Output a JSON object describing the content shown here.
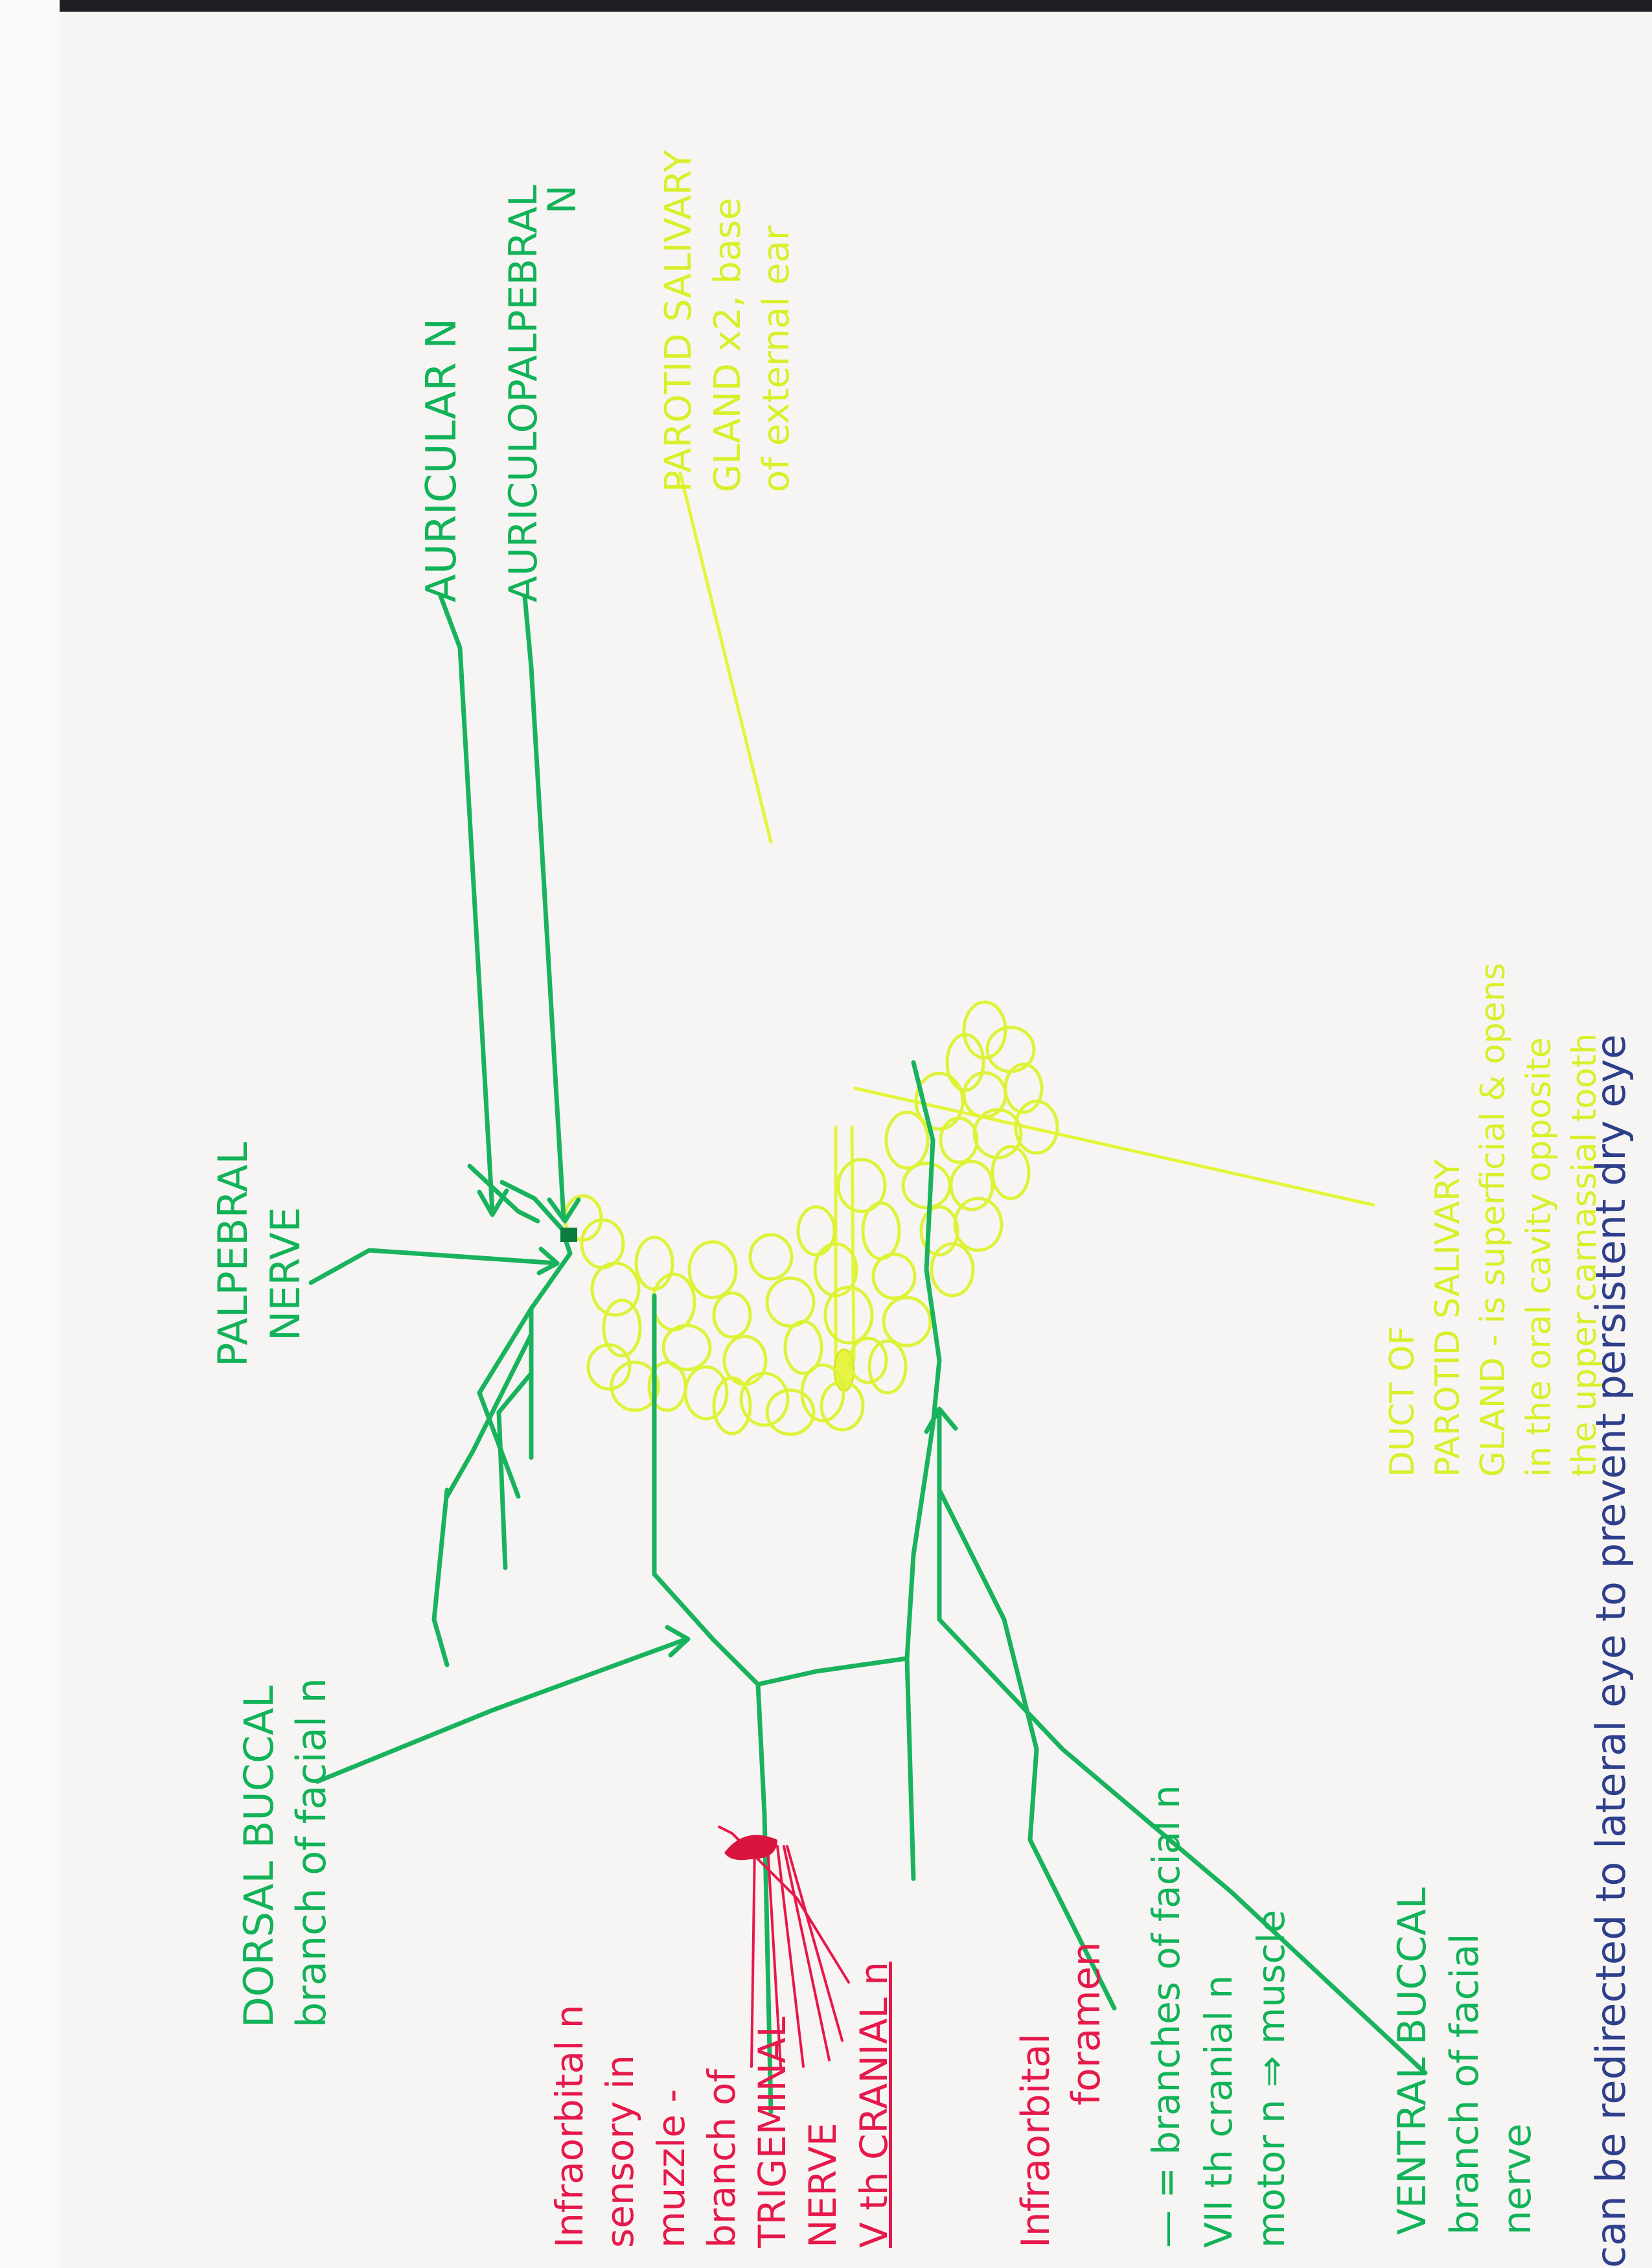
{
  "labels": {
    "auricular_nerve": "AURICULAR N",
    "auriculopalpebral": [
      "AURICULOPALPEBRAL",
      "N"
    ],
    "parotid_gland": [
      "PAROTID SALIVARY",
      "GLAND x2, base",
      "of external ear"
    ],
    "palpebral_nerve": [
      "PALPEBRAL",
      "NERVE"
    ],
    "dorsal_buccal": [
      "DORSAL BUCCAL",
      "branch of facial n"
    ],
    "parotid_duct": [
      "DUCT OF",
      "PAROTID SALIVARY",
      "GLAND - is superficial & opens",
      "in the oral cavity opposite",
      "the upper carnassial tooth"
    ],
    "infraorbital_nerve": [
      "Infraorbital n",
      "sensory in",
      "muzzle -",
      "branch of",
      "TRIGEMINAL",
      "NERVE",
      "V th CRANIAL n"
    ],
    "infraorbital_foramen": [
      "Infraorbital",
      "foramen"
    ],
    "facial_branches_note": [
      "— = branches of facial n",
      "VII th cranial n",
      "motor n ⇒ muscle"
    ],
    "ventral_buccal": [
      "VENTRAL BUCCAL",
      "branch of facial",
      "nerve"
    ],
    "bottom_note": "can be redirected to lateral eye to prevent persistent dry eye"
  },
  "colors": {
    "nerve_green": "#19b35e",
    "gland_yellow": "#dff23a",
    "infraorbital_red": "#e6194b",
    "note_navy": "#2e3f8c"
  }
}
